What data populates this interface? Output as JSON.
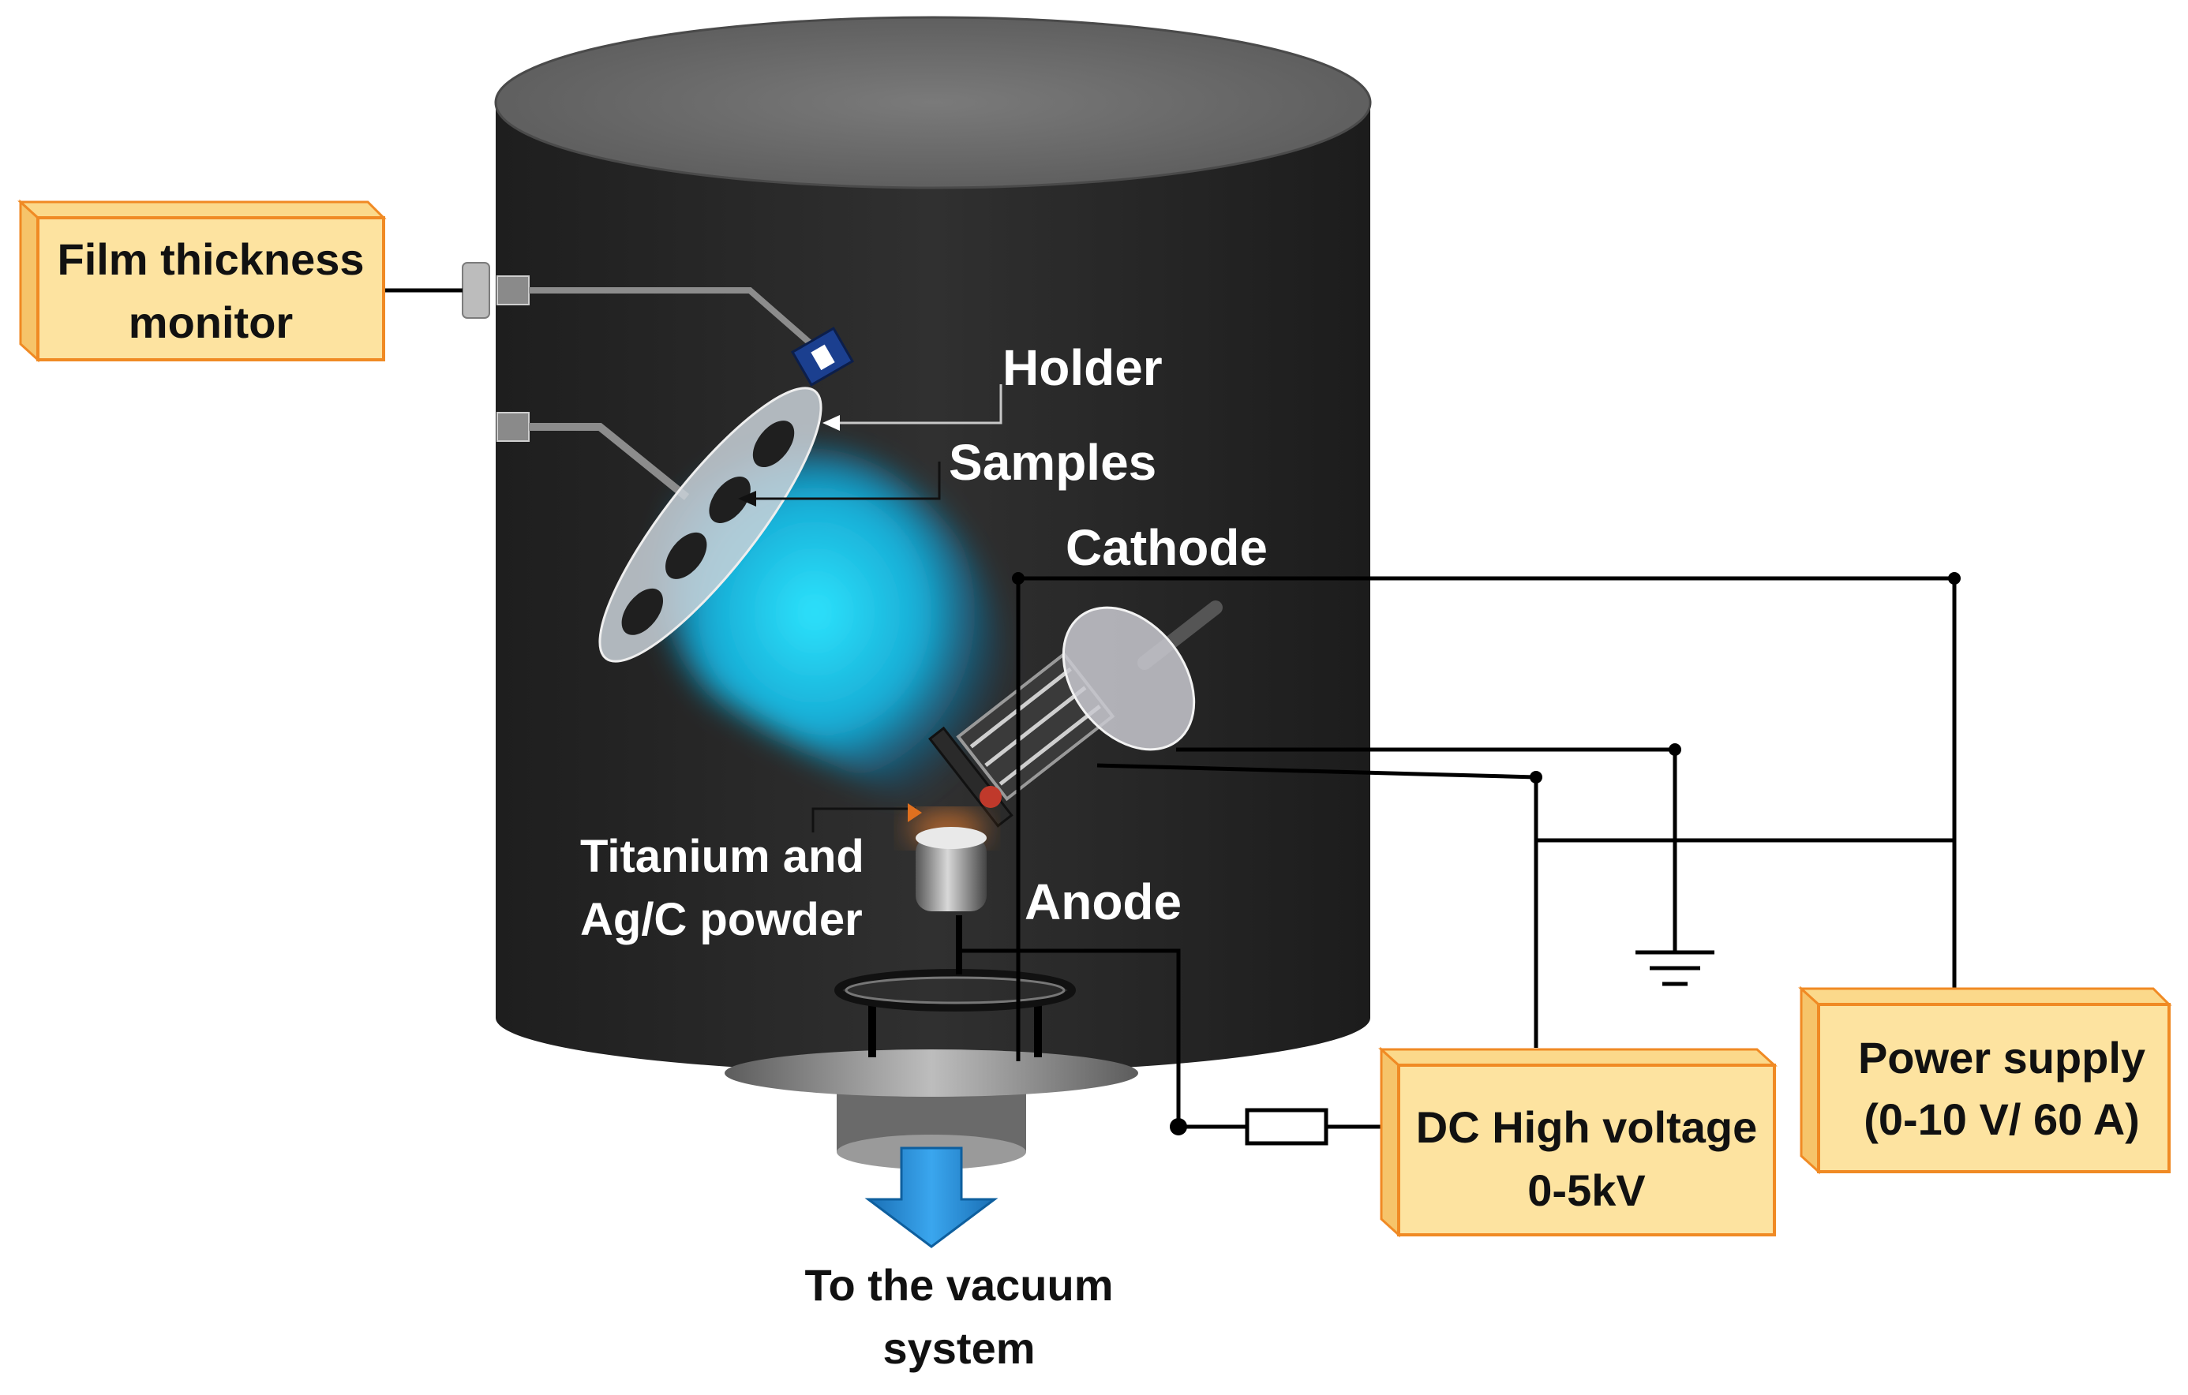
{
  "labels": {
    "holder": "Holder",
    "samples": "Samples",
    "cathode": "Cathode",
    "anode": "Anode",
    "powder_line1": "Titanium and",
    "powder_line2": "Ag/C powder",
    "vacuum_line1": "To the vacuum",
    "vacuum_line2": "system"
  },
  "boxes": {
    "film_monitor": {
      "line1": "Film thickness",
      "line2": "monitor"
    },
    "dc_high_voltage": {
      "line1": "DC High voltage",
      "line2": "0-5kV"
    },
    "power_supply": {
      "line1": "Power supply",
      "line2": "(0-10 V/ 60 A)"
    }
  },
  "colors": {
    "chamber": "#2b2b2b",
    "chamber_top": "#6e6e6e",
    "box_fill": "#fde3a0",
    "box_border": "#f08a24",
    "plasma": "#19d3ee",
    "arrow": "#1f8fd6"
  }
}
